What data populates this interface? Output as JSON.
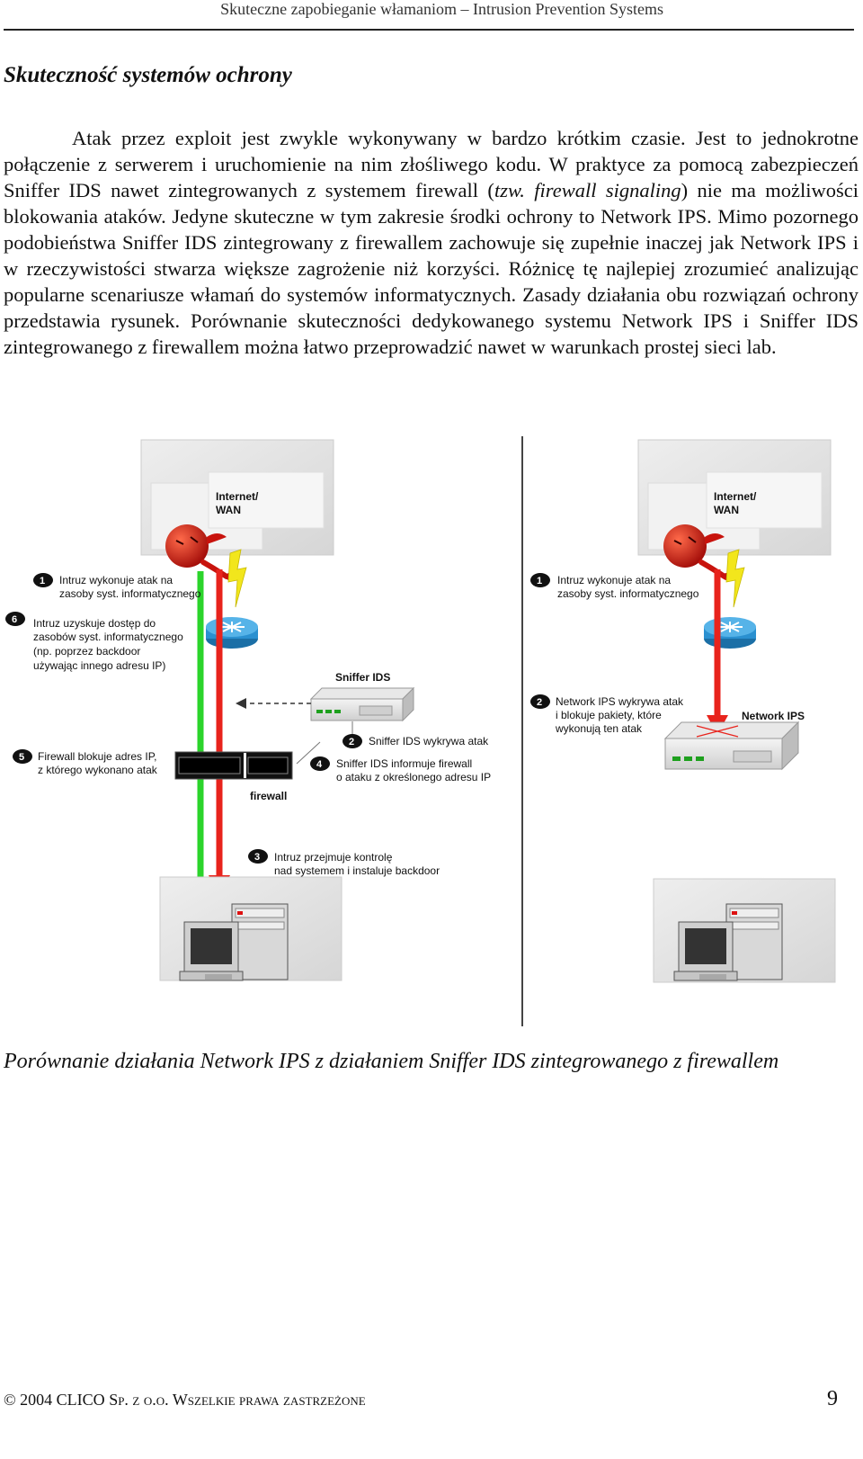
{
  "header": {
    "title": "Skuteczne zapobieganie włamaniom – Intrusion Prevention Systems"
  },
  "section": {
    "title": "Skuteczność systemów ochrony"
  },
  "body": {
    "p1_a": "Atak przez exploit jest zwykle wykonywany w bardzo krótkim czasie. Jest to jednokrotne połączenie z serwerem i uruchomienie na nim złośliwego kodu. W praktyce za pomocą zabezpieczeń Sniffer IDS nawet zintegrowanych z systemem firewall (",
    "p1_tzw": "tzw. firewall signaling",
    "p1_b": ") nie ma możliwości blokowania ataków. Jedyne skuteczne w tym zakresie środki ochrony to Network IPS. Mimo pozornego podobieństwa Sniffer IDS zintegrowany z firewallem zachowuje się zupełnie inaczej jak Network IPS i w rzeczywistości stwarza większe zagrożenie niż korzyści. Różnicę tę najlepiej zrozumieć analizując popularne scenariusze włamań do systemów informatycznych. Zasady działania obu rozwiązań ochrony przedstawia rysunek. Porównanie skuteczności dedykowanego systemu Network IPS i Sniffer IDS zintegrowanego z firewallem można łatwo przeprowadzić nawet w warunkach prostej sieci lab."
  },
  "diagram": {
    "left": {
      "internet_line1": "Internet/",
      "internet_line2": "WAN",
      "step1_num": "1",
      "step1_line1": "Intruz wykonuje atak na",
      "step1_line2": "zasoby syst. informatycznego",
      "step6_num": "6",
      "step6_line1": "Intruz uzyskuje dostęp do",
      "step6_line2": "zasobów syst. informatycznego",
      "step6_line3": "(np. poprzez backdoor",
      "step6_line4": "używając innego adresu IP)",
      "sniffer_label": "Sniffer IDS",
      "step2_num": "2",
      "step2_text": "Sniffer IDS wykrywa atak",
      "step5_num": "5",
      "step5_line1": "Firewall blokuje adres IP,",
      "step5_line2": "z którego wykonano atak",
      "step4_num": "4",
      "step4_line1": "Sniffer IDS informuje firewall",
      "step4_line2": "o ataku z określonego adresu IP",
      "firewall_label": "firewall",
      "step3_num": "3",
      "step3_line1": "Intruz przejmuje kontrolę",
      "step3_line2": "nad systemem i instaluje backdoor"
    },
    "right": {
      "internet_line1": "Internet/",
      "internet_line2": "WAN",
      "step1_num": "1",
      "step1_line1": "Intruz wykonuje atak na",
      "step1_line2": "zasoby syst. informatycznego",
      "step2_num": "2",
      "step2_line1": "Network IPS wykrywa atak",
      "step2_line2": "i blokuje pakiety, które",
      "step2_line3": "wykonują ten atak",
      "ips_label": "Network IPS"
    },
    "colors": {
      "attack": "#e8231c",
      "access": "#2bd42b",
      "lightning": "#f2e61c",
      "router": "#2a90d0"
    }
  },
  "caption": "Porównanie działania Network IPS z działaniem Sniffer IDS zintegrowanego z firewallem",
  "footer": {
    "copyright_symbol": "© 2004 CLICO ",
    "company": "Sp. z o.o. Wszelkie prawa zastrzeżone",
    "page_number": "9"
  }
}
